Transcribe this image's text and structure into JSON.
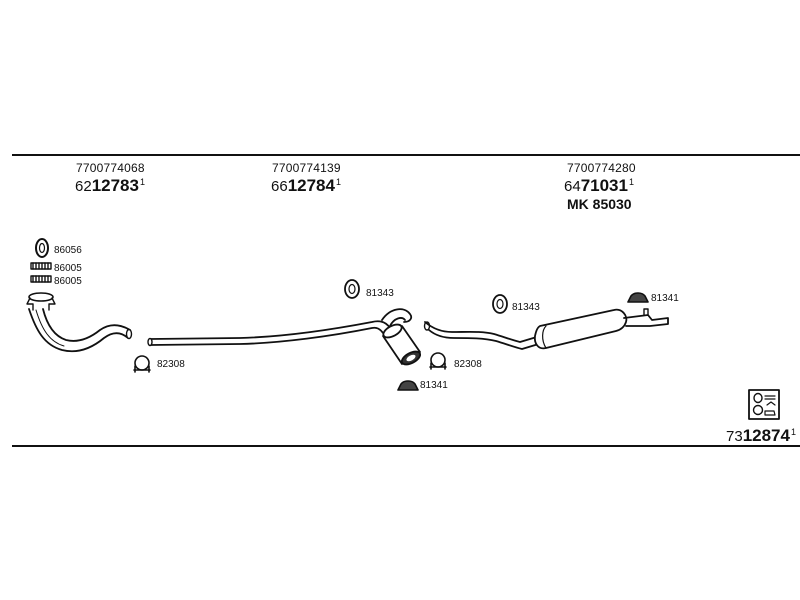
{
  "labels": {
    "oem_front": "7700774068",
    "pn_front_prefix": "62",
    "pn_front_main": "12783",
    "pn_front_suffix": "1",
    "oem_mid": "7700774139",
    "pn_mid_prefix": "66",
    "pn_mid_main": "12784",
    "pn_mid_suffix": "1",
    "oem_rear": "7700774280",
    "pn_rear_prefix": "64",
    "pn_rear_main": "71031",
    "pn_rear_suffix": "1",
    "mk_code": "MK  85030",
    "kit_prefix": "73",
    "kit_main": "12874",
    "kit_suffix": "1"
  },
  "parts": {
    "p86056": "86056",
    "p86005a": "86005",
    "p86005b": "86005",
    "p82308a": "82308",
    "p81343a": "81343",
    "p81341a": "81341",
    "p82308b": "82308",
    "p81343b": "81343",
    "p81341b": "81341"
  }
}
